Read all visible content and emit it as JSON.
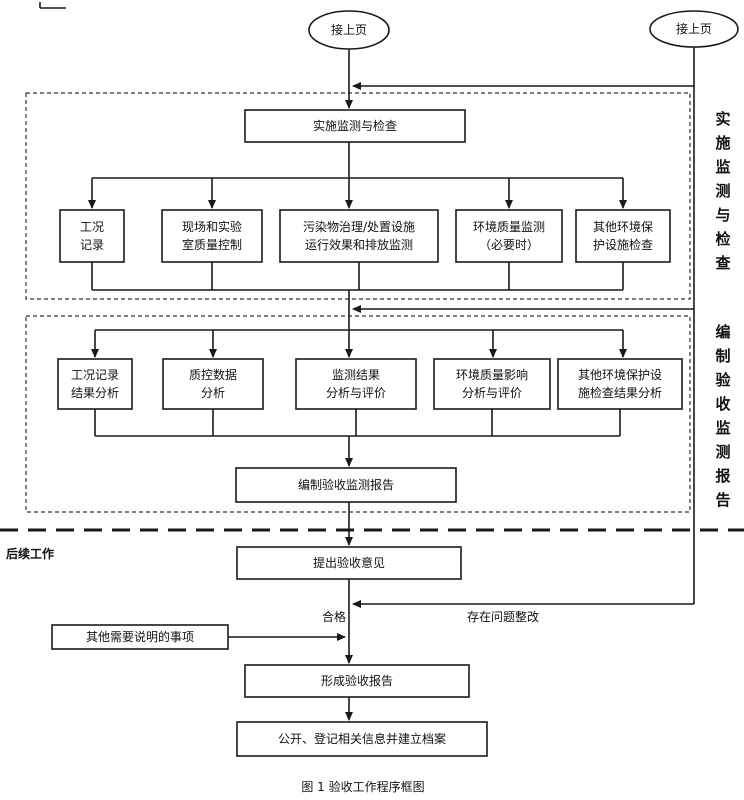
{
  "start_left": "接上页",
  "start_right": "接上页",
  "section1": {
    "label": [
      "实",
      "施",
      "监",
      "测",
      "与",
      "检",
      "查"
    ],
    "top_box": "实施监测与检查",
    "items": [
      [
        "工况",
        "记录"
      ],
      [
        "现场和实验",
        "室质量控制"
      ],
      [
        "污染物治理/处置设施",
        "运行效果和排放监测"
      ],
      [
        "环境质量监测",
        "（必要时）"
      ],
      [
        "其他环境保",
        "护设施检查"
      ]
    ]
  },
  "section2": {
    "label": [
      "编",
      "制",
      "验",
      "收",
      "监",
      "测",
      "报",
      "告"
    ],
    "items": [
      [
        "工况记录",
        "结果分析"
      ],
      [
        "质控数据",
        "分析"
      ],
      [
        "监测结果",
        "分析与评价"
      ],
      [
        "环境质量影响",
        "分析与评价"
      ],
      [
        "其他环境保护设",
        "施检查结果分析"
      ]
    ],
    "bottom_box": "编制验收监测报告"
  },
  "followup_label": "后续工作",
  "opinion_box": "提出验收意见",
  "pass_label": "合格",
  "issue_label": "存在问题整改",
  "other_box": "其他需要说明的事项",
  "report_box": "形成验收报告",
  "archive_box": "公开、登记相关信息并建立档案",
  "caption": "图 1    验收工作程序框图"
}
